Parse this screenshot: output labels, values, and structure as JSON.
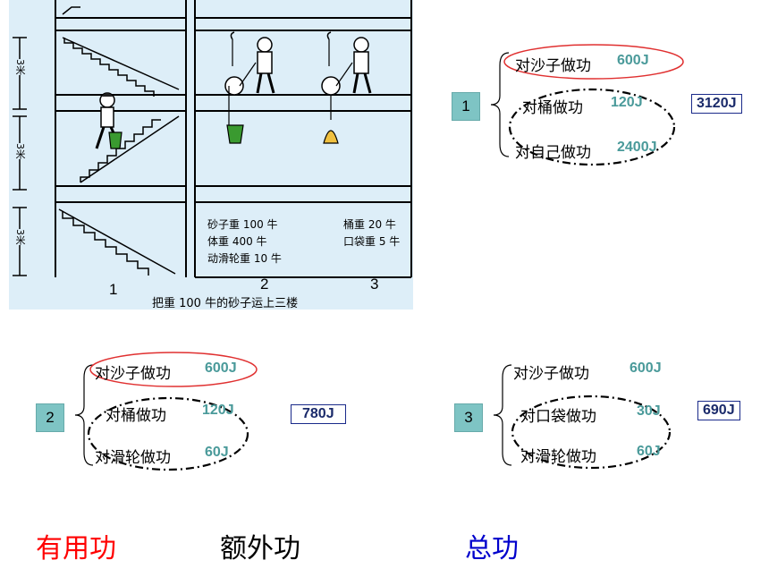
{
  "illustration": {
    "floor_height_label": "3米",
    "label_1": "1",
    "label_2": "2",
    "label_3": "3",
    "weights": {
      "sand": "砂子重 100 牛",
      "body": "体重 400 牛",
      "pulley": "动滑轮重 10 牛",
      "bucket": "桶重 20 牛",
      "bag": "口袋重 5 牛"
    },
    "caption": "把重 100 牛的砂子运上三楼"
  },
  "group1": {
    "number": "1",
    "rows": [
      {
        "label": "对沙子做功",
        "value": "600J"
      },
      {
        "label": "对桶做功",
        "value": "120J"
      },
      {
        "label": "对自己做功",
        "value": "2400J"
      }
    ],
    "total": "3120J"
  },
  "group2": {
    "number": "2",
    "rows": [
      {
        "label": "对沙子做功",
        "value": "600J"
      },
      {
        "label": "对桶做功",
        "value": "120J"
      },
      {
        "label": "对滑轮做功",
        "value": "60J"
      }
    ],
    "total": "780J"
  },
  "group3": {
    "number": "3",
    "rows": [
      {
        "label": "对沙子做功",
        "value": "600J"
      },
      {
        "label": "对口袋做功",
        "value": "30J"
      },
      {
        "label": "对滑轮做功",
        "value": "60J"
      }
    ],
    "total": "690J"
  },
  "legend": {
    "useful": "有用功",
    "extra": "额外功",
    "total": "总功"
  },
  "colors": {
    "useful": "#ff0000",
    "extra": "#000000",
    "total": "#0000cc",
    "value": "#4a9a9a",
    "badge": "#7ec4c4",
    "illustration_bg": "#ddeef8"
  }
}
